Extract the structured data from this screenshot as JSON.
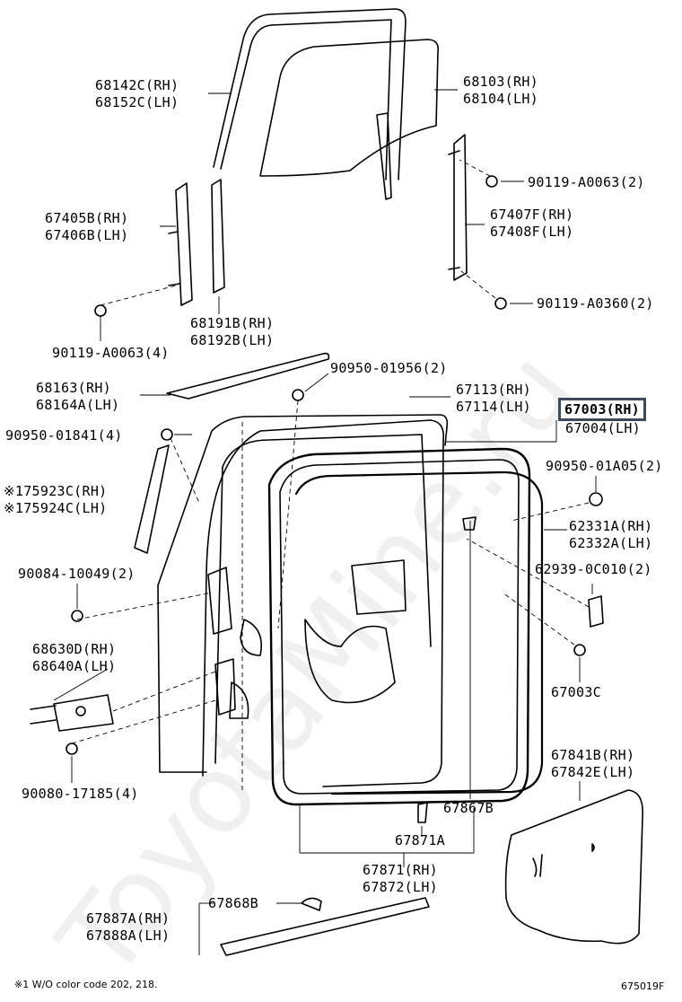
{
  "watermark": "ToyotaMine.ru",
  "labels": {
    "p68142C": "68142C(RH)",
    "p68152C": "68152C(LH)",
    "p68103": "68103(RH)",
    "p68104": "68104(LH)",
    "p90119a": "90119-A0063(2)",
    "p67405B": "67405B(RH)",
    "p67406B": "67406B(LH)",
    "p67407F": "67407F(RH)",
    "p67408F": "67408F(LH)",
    "p90119b": "90119-A0360(2)",
    "p68191B": "68191B(RH)",
    "p68192B": "68192B(LH)",
    "p90119c": "90119-A0063(4)",
    "p90950a": "90950-01956(2)",
    "p68163": "68163(RH)",
    "p68164A": "68164A(LH)",
    "p67113": "67113(RH)",
    "p67114": "67114(LH)",
    "p67003": "67003(RH)",
    "p67004": "67004(LH)",
    "p90950b": "90950-01841(4)",
    "p90950c": "90950-01A05(2)",
    "p75923C": "※175923C(RH)",
    "p75924C": "※175924C(LH)",
    "p62331A": "62331A(RH)",
    "p62332A": "62332A(LH)",
    "p90084": "90084-10049(2)",
    "p62939": "62939-0C010(2)",
    "p68630D": "68630D(RH)",
    "p68640A": "68640A(LH)",
    "p67003C": "67003C",
    "p67841B": "67841B(RH)",
    "p67842E": "67842E(LH)",
    "p90080": "90080-17185(4)",
    "p67867B": "67867B",
    "p67871A": "67871A",
    "p67871": "67871(RH)",
    "p67872": "67872(LH)",
    "p67868B": "67868B",
    "p67887A": "67887A(RH)",
    "p67888A": "67888A(LH)"
  },
  "footnote": "※1 W/O color code 202, 218.",
  "figure_id": "675019F",
  "highlight_color": "#3a4a5a"
}
